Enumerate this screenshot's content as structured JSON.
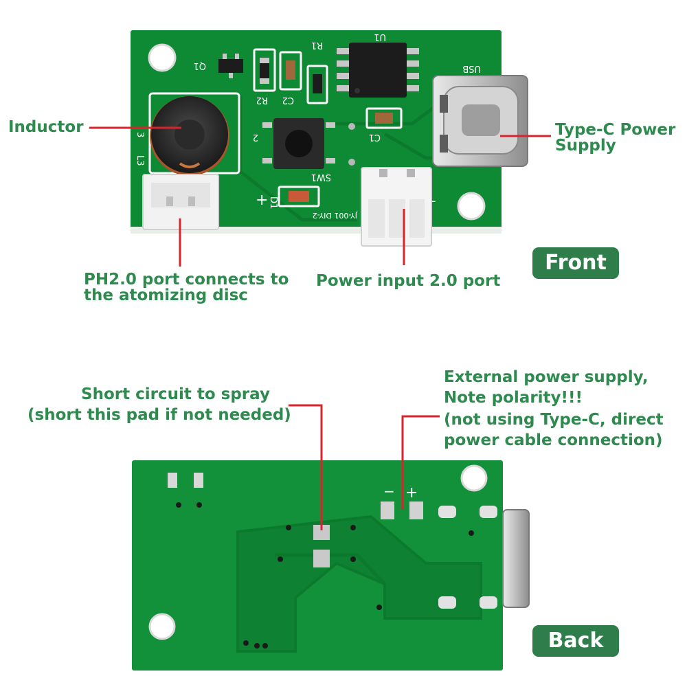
{
  "front": {
    "badge": "Front",
    "callouts": {
      "inductor": "Inductor",
      "typec_line1": "Type-C Power",
      "typec_line2": "Supply",
      "ph20_line1": "PH2.0 port connects to",
      "ph20_line2": "the atomizing disc",
      "power_input": "Power input 2.0 port"
    },
    "silkscreen": {
      "u1": "U1",
      "r1": "R1",
      "q1": "Q1",
      "r2": "R2",
      "c2": "C2",
      "c1": "C1",
      "usb": "USB",
      "l3": "L3",
      "l3_num": "3",
      "num2": "2",
      "sw1": "SW1",
      "d1": "D1",
      "diy": "JY-001 DIY-2",
      "plus": "+",
      "minus": "-"
    }
  },
  "back": {
    "badge": "Back",
    "callouts": {
      "short_line1": "Short circuit to spray",
      "short_line2": "(short this pad if not needed)",
      "ext_line1": "External power supply,",
      "ext_line2": "Note polarity!!!",
      "ext_line3": "(not using Type-C, direct",
      "ext_line4": "power cable connection)"
    },
    "silkscreen": {
      "minus": "−",
      "plus": "+"
    }
  },
  "colors": {
    "pcb": "#0f8a34",
    "pcb_dark": "#0b6b27",
    "label_green": "#2e8a4e",
    "badge_green": "#2f7d4a",
    "leader_red": "#d9232d"
  }
}
